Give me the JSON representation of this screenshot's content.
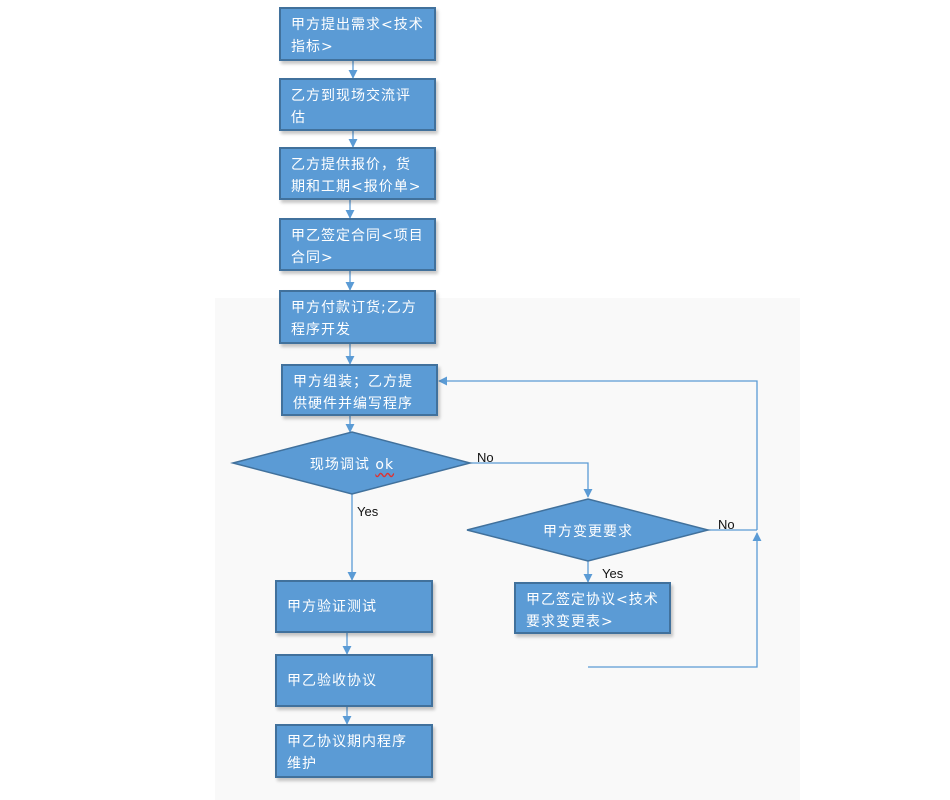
{
  "steps": {
    "s1": "甲方提出需求<技术指标>",
    "s2": "乙方到现场交流评估",
    "s3": "乙方提供报价，货期和工期<报价单>",
    "s4": "甲乙签定合同<项目合同>",
    "s5": "甲方付款订货;乙方程序开发",
    "s6": "甲方组装；乙方提供硬件并编写程序",
    "s7": "甲方验证测试",
    "s8": "甲乙验收协议",
    "s9": "甲乙协议期内程序维护",
    "s10": "甲乙签定协议<技术要求变更表>"
  },
  "decisions": {
    "d1_prefix": "现场调试 ",
    "d1_suffix": "ok",
    "d2": "甲方变更要求"
  },
  "labels": {
    "d1_yes": "Yes",
    "d1_no": "No",
    "d2_yes": "Yes",
    "d2_no": "No"
  },
  "colors": {
    "box_fill": "#5b9bd5",
    "box_border": "#41719c",
    "connector": "#5b9bd5"
  }
}
